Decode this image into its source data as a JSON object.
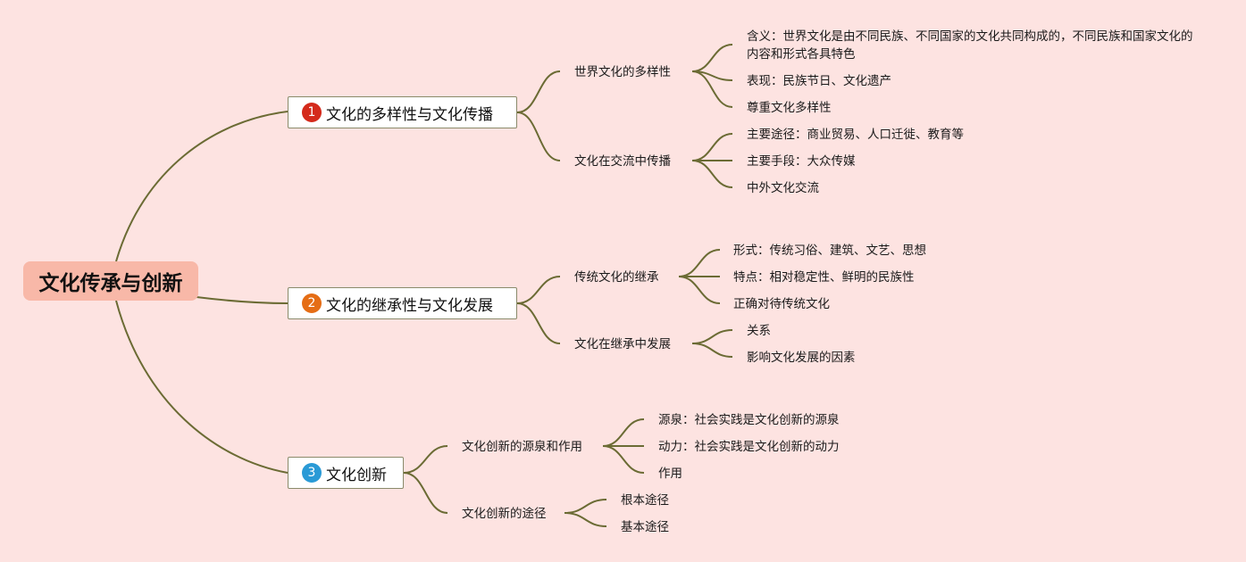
{
  "root": {
    "label": "文化传承与创新"
  },
  "line_color": "#6b6b34",
  "branches": [
    {
      "number": "1",
      "badge_color": "#d42a1b",
      "label": "文化的多样性与文化传播",
      "children": [
        {
          "label": "世界文化的多样性",
          "leaves": [
            "含义：世界文化是由不同民族、不同国家的文化共同构成的，不同民族和国家文化的内容和形式各具特色",
            "表现：民族节日、文化遗产",
            "尊重文化多样性"
          ]
        },
        {
          "label": "文化在交流中传播",
          "leaves": [
            "主要途径：商业贸易、人口迁徙、教育等",
            "主要手段：大众传媒",
            "中外文化交流"
          ]
        }
      ]
    },
    {
      "number": "2",
      "badge_color": "#e56d15",
      "label": "文化的继承性与文化发展",
      "children": [
        {
          "label": "传统文化的继承",
          "leaves": [
            "形式：传统习俗、建筑、文艺、思想",
            "特点：相对稳定性、鲜明的民族性",
            "正确对待传统文化"
          ]
        },
        {
          "label": "文化在继承中发展",
          "leaves": [
            "关系",
            "影响文化发展的因素"
          ]
        }
      ]
    },
    {
      "number": "3",
      "badge_color": "#2a9ad6",
      "label": "文化创新",
      "children": [
        {
          "label": "文化创新的源泉和作用",
          "leaves": [
            "源泉：社会实践是文化创新的源泉",
            "动力：社会实践是文化创新的动力",
            "作用"
          ]
        },
        {
          "label": "文化创新的途径",
          "leaves": [
            "根本途径",
            "基本途径"
          ]
        }
      ]
    }
  ]
}
